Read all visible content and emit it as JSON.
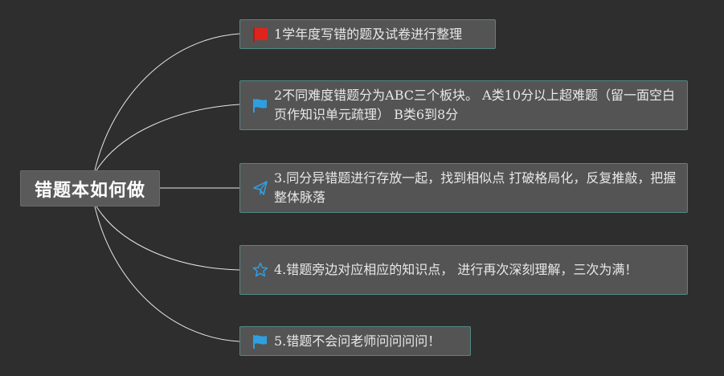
{
  "root": {
    "label": "错题本如何做"
  },
  "nodes": [
    {
      "icon": "red-flag-icon",
      "icon_color": "#e0241c",
      "text": "1学年度写错的题及试卷进行整理"
    },
    {
      "icon": "blue-flag-icon",
      "icon_color": "#2f9fe0",
      "text": "2不同难度错题分为ABC三个板块。 A类10分以上超难题（留一面空白页作知识单元疏理） B类6到8分"
    },
    {
      "icon": "paper-plane-icon",
      "icon_color": "#2f9fe0",
      "text": "3.同分异错题进行存放一起，找到相似点 打破格局化，反复推敲，把握整体脉落"
    },
    {
      "icon": "star-icon",
      "icon_color": "#2f9fe0",
      "text": "4.错题旁边对应相应的知识点， 进行再次深刻理解，三次为满！"
    },
    {
      "icon": "blue-flag-icon",
      "icon_color": "#2f9fe0",
      "text": "5.错题不会问老师问问问问！"
    }
  ],
  "colors": {
    "background": "#2e2e2e",
    "node_fill": "#555454",
    "node_border": "#4f8a84",
    "connector": "#e6e6e6"
  }
}
